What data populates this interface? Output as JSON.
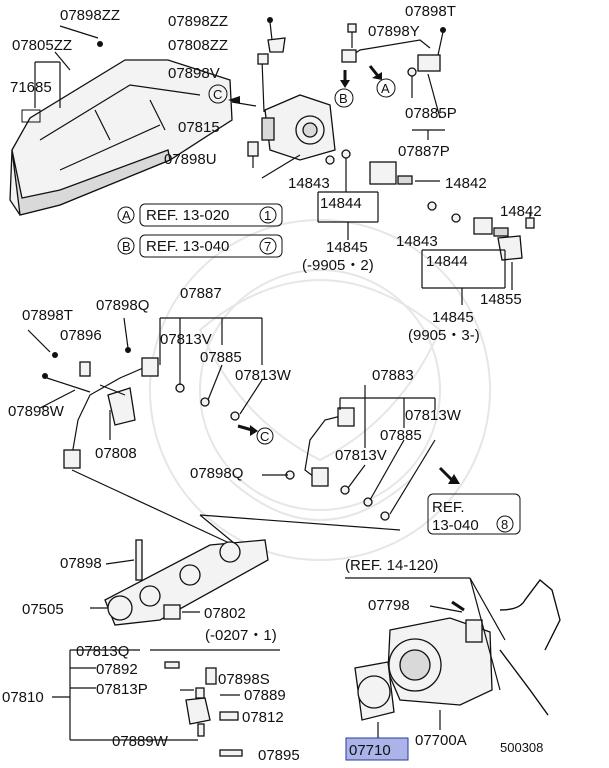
{
  "labels": {
    "p07898ZZ_a": "07898ZZ",
    "p07805ZZ": "07805ZZ",
    "p71685": "71685",
    "p07898ZZ_b": "07898ZZ",
    "p07808ZZ": "07808ZZ",
    "p07898V": "07898V",
    "circC": "C",
    "p07815": "07815",
    "p07898U": "07898U",
    "p07898T_a": "07898T",
    "p07898Y": "07898Y",
    "circB": "B",
    "circA": "A",
    "p07885P": "07885P",
    "p07887P": "07887P",
    "p14843_a": "14843",
    "p14842_a": "14842",
    "p14844_a": "14844",
    "p14845_a": "14845",
    "p14845_a_note": "(-9905・2)",
    "refA_text": "REF. 13-020",
    "refA_num": "1",
    "refB_text": "REF. 13-040",
    "refB_num": "7",
    "p14842_b": "14842",
    "p14843_b": "14843",
    "p14844_b": "14844",
    "p14855": "14855",
    "p14845_b": "14845",
    "p14845_b_note": "(9905・3-)",
    "p07898T_b": "07898T",
    "p07898Q_a": "07898Q",
    "p07887": "07887",
    "p07896": "07896",
    "p07813V_a": "07813V",
    "p07885_a": "07885",
    "p07898W": "07898W",
    "p07813W_a": "07813W",
    "p07883": "07883",
    "p07813W_b": "07813W",
    "p07885_b": "07885",
    "p07808": "07808",
    "p07813V_b": "07813V",
    "p07898Q_b": "07898Q",
    "ref8_text1": "REF.",
    "ref8_text2": "13-040",
    "ref8_num": "8",
    "p07898": "07898",
    "ref14": "(REF. 14-120)",
    "p07505": "07505",
    "p07802": "07802",
    "p07802_note": "(-0207・1)",
    "p07798": "07798",
    "p07813Q": "07813Q",
    "p07892": "07892",
    "p07898S": "07898S",
    "p07810": "07810",
    "p07813P": "07813P",
    "p07889": "07889",
    "p07812": "07812",
    "p07889W": "07889W",
    "p07895": "07895",
    "p07710": "07710",
    "p07700A": "07700A",
    "diagram_no": "500308"
  },
  "colors": {
    "highlight": "#aab4e8",
    "ink": "#111111"
  }
}
